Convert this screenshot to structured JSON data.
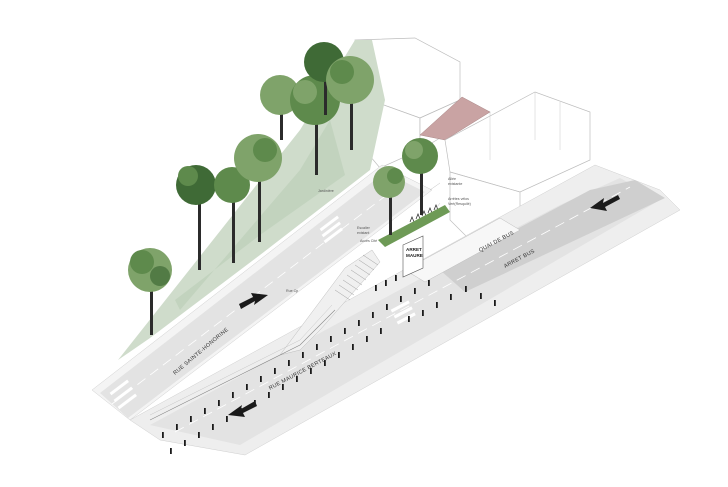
{
  "labels": {
    "street_upper": "RUE SAINTE-HONORINE",
    "street_lower": "RUE MAURICE BERTEAUX",
    "quay": "QUAI DE BUS",
    "bus_stop": "ARRET BUS",
    "shelter_line1": "ARRET",
    "shelter_line2": "MAURE",
    "annot_1": "Allée",
    "annot_2": "existante",
    "annot_3": "Arrêtes vélos",
    "annot_4": "Vert(Resquilé)",
    "annot_5": "Escalier",
    "annot_6": "existant",
    "annot_7": "Jardinière",
    "annot_8": "Accès Cité",
    "annot_9": "Rue Cp"
  },
  "colors": {
    "background": "#ffffff",
    "grass": "#cfdccb",
    "grass_dark": "#b9cdb5",
    "road": "#e3e3e3",
    "road_dark": "#cfcfcf",
    "sidewalk": "#f4f4f4",
    "lane_marking": "#ffffff",
    "bollard": "#1a1a1a",
    "pink_roof": "#c9a3a3",
    "trunk": "#2b2b2b",
    "foliage_light": "#7fa36a",
    "foliage_mid": "#5e8a4c",
    "foliage_dark": "#3f6a36"
  },
  "icons": {
    "arrow_upper": "arrow-right-icon",
    "arrow_lower": "arrow-left-icon",
    "arrow_quay": "arrow-left-icon"
  }
}
